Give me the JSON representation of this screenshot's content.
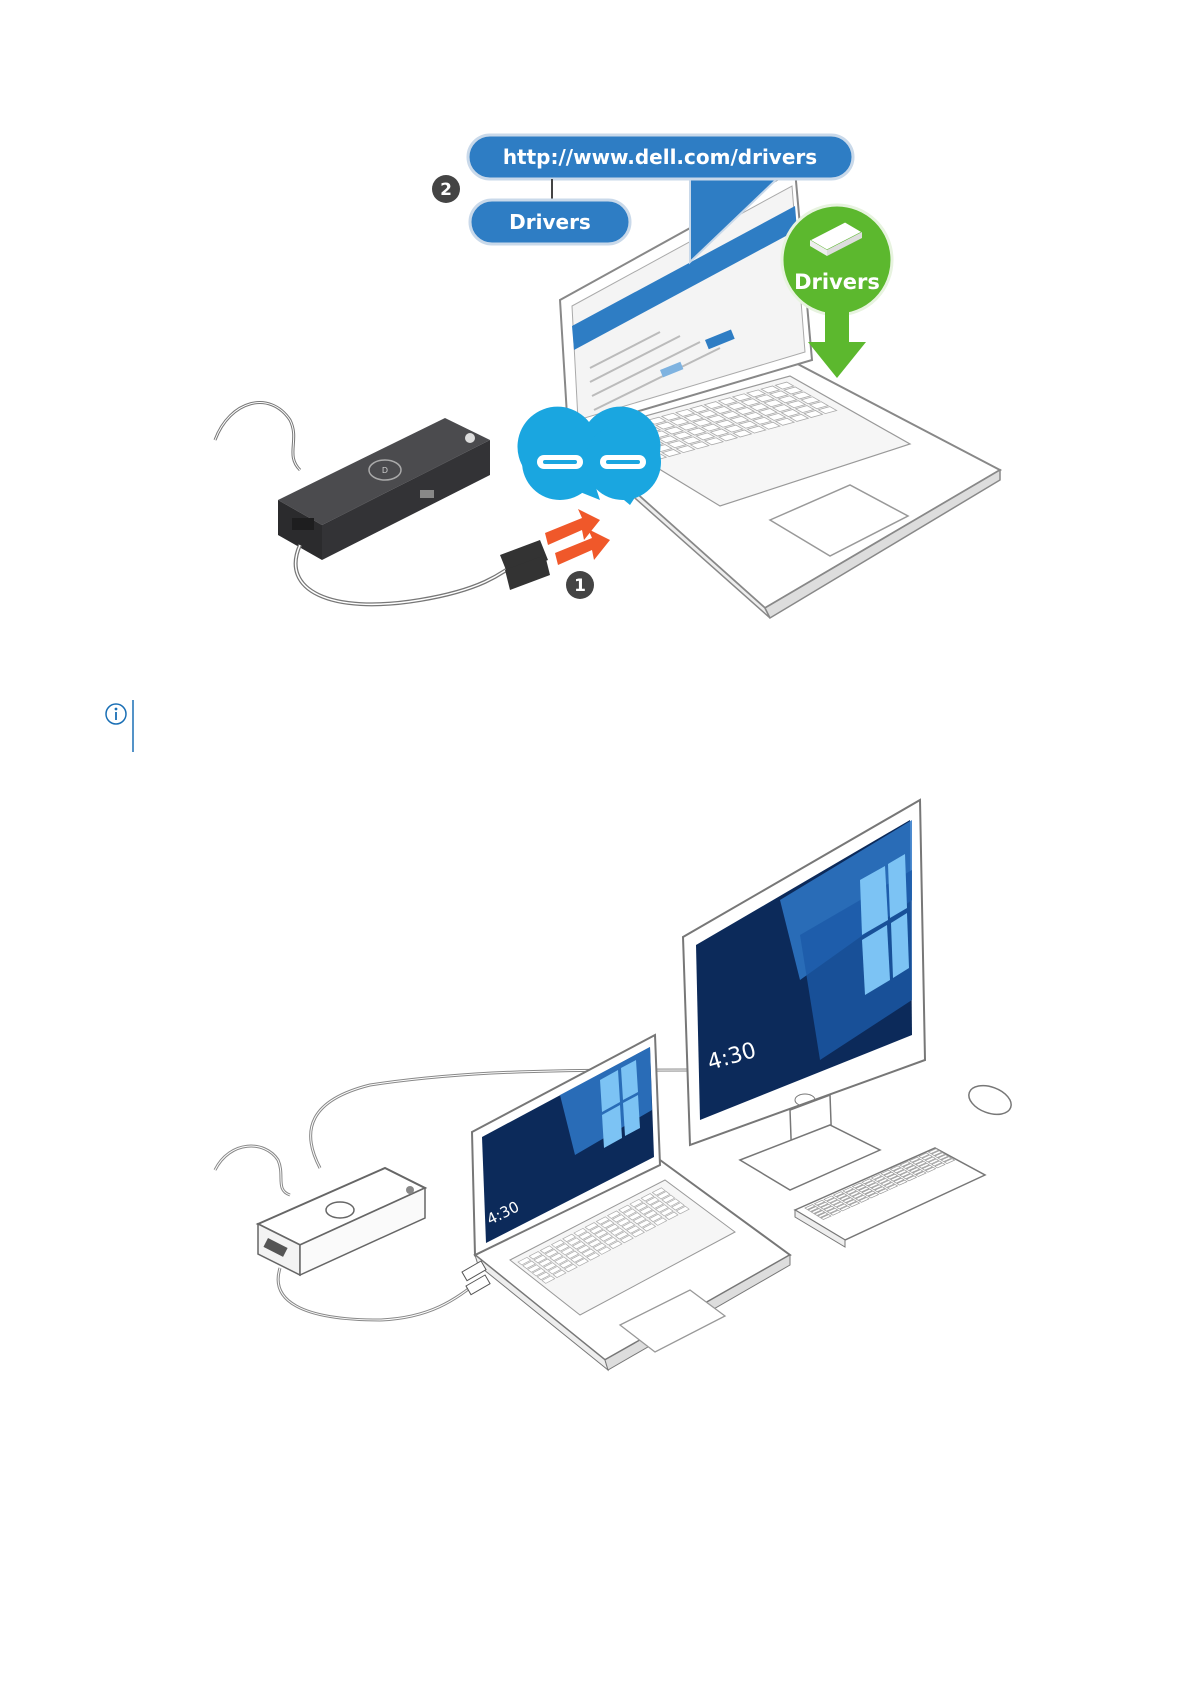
{
  "figure1": {
    "url_callout": "http://www.dell.com/drivers",
    "drivers_callout": "Drivers",
    "drivers_badge": "Drivers",
    "step1": "1",
    "step2": "2",
    "colors": {
      "callout_blue": "#2e7dc4",
      "badge_green": "#5cb82e",
      "arrow_orange": "#f0582a",
      "port_blue": "#1aa6e0",
      "dock_dark": "#3a3a3c"
    },
    "icons": [
      "dell-logo-icon",
      "usb-c-port-icon",
      "usb-c-port-icon",
      "download-arrow-icon"
    ]
  },
  "note": {
    "icon": "info-icon",
    "color": "#1a6fb5"
  },
  "figure2": {
    "icons": [
      "dell-logo-icon",
      "dell-logo-icon",
      "dell-logo-icon"
    ]
  }
}
